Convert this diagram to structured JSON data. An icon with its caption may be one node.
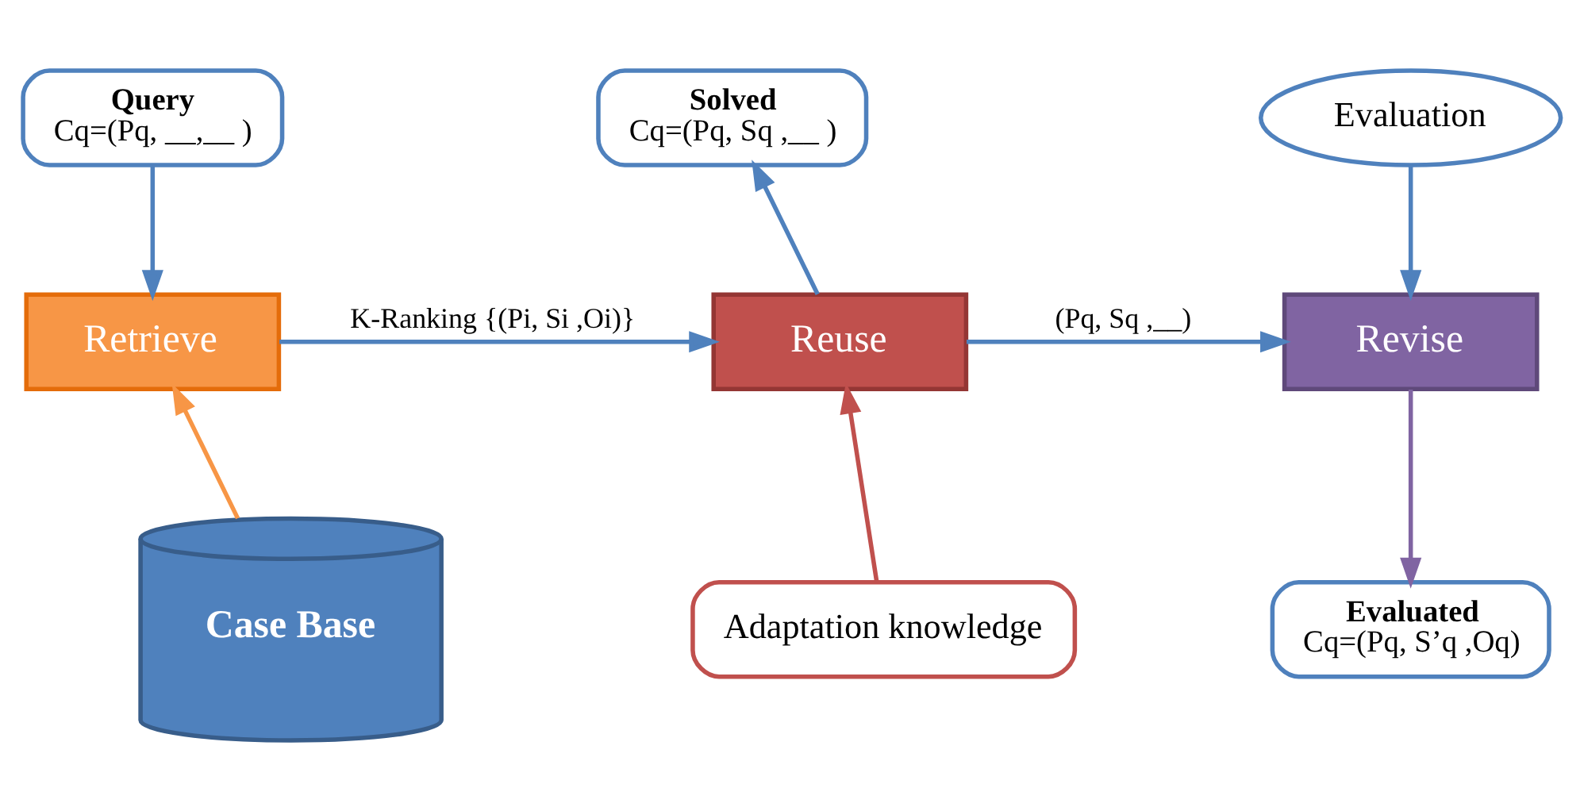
{
  "diagram": {
    "nodes": [
      {
        "text": [
          "Query",
          "Cq=(Pq, __,__ )"
        ]
      },
      {
        "text": [
          "Solved",
          "Cq=(Pq, Sq ,__ )"
        ]
      },
      {
        "text": [
          "Evaluation"
        ]
      },
      {
        "text": [
          "Retrieve"
        ]
      },
      {
        "text": [
          "Reuse"
        ]
      },
      {
        "text": [
          "Revise"
        ]
      },
      {
        "text": [
          "Case Base"
        ]
      },
      {
        "text": [
          "Adaptation knowledge"
        ]
      },
      {
        "text": [
          "Evaluated",
          "Cq=(Pq, S’q ,Oq)"
        ]
      }
    ],
    "edges": [
      {
        "from": 0,
        "to": 3,
        "arrow": "to"
      },
      {
        "from": 3,
        "to": 4,
        "arrow": "to",
        "label": "K-Ranking {(Pi, Si ,Oi)}"
      },
      {
        "from": 4,
        "to": 1,
        "arrow": "to"
      },
      {
        "from": 4,
        "to": 5,
        "arrow": "to",
        "label": "(Pq, Sq ,__)"
      },
      {
        "from": 2,
        "to": 5,
        "arrow": "to"
      },
      {
        "from": 6,
        "to": 3,
        "arrow": "to",
        "color": "#f79646"
      },
      {
        "from": 7,
        "to": 4,
        "arrow": "to",
        "color": "#c0504d"
      },
      {
        "from": 5,
        "to": 8,
        "arrow": "to",
        "color": "#8064a2"
      }
    ]
  }
}
